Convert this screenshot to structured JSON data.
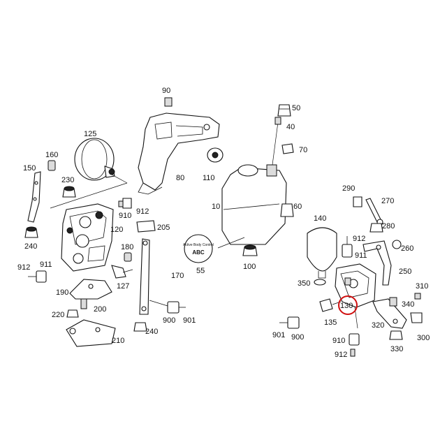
{
  "callouts": [
    {
      "id": "c90",
      "text": "90"
    },
    {
      "id": "c50",
      "text": "50"
    },
    {
      "id": "c40",
      "text": "40"
    },
    {
      "id": "c125",
      "text": "125"
    },
    {
      "id": "c70",
      "text": "70"
    },
    {
      "id": "c160",
      "text": "160"
    },
    {
      "id": "c150",
      "text": "150"
    },
    {
      "id": "c230",
      "text": "230"
    },
    {
      "id": "c80",
      "text": "80"
    },
    {
      "id": "c110",
      "text": "110"
    },
    {
      "id": "c10",
      "text": "10"
    },
    {
      "id": "c60",
      "text": "60"
    },
    {
      "id": "c910a",
      "text": "910"
    },
    {
      "id": "c912a",
      "text": "912"
    },
    {
      "id": "c290",
      "text": "290"
    },
    {
      "id": "c270",
      "text": "270"
    },
    {
      "id": "c240a",
      "text": "240"
    },
    {
      "id": "c120",
      "text": "120"
    },
    {
      "id": "c205",
      "text": "205"
    },
    {
      "id": "c140",
      "text": "140"
    },
    {
      "id": "c280",
      "text": "280"
    },
    {
      "id": "c912b",
      "text": "912"
    },
    {
      "id": "c180",
      "text": "180"
    },
    {
      "id": "c55",
      "text": "55"
    },
    {
      "id": "c100",
      "text": "100"
    },
    {
      "id": "c911b",
      "text": "911"
    },
    {
      "id": "c260",
      "text": "260"
    },
    {
      "id": "c912c",
      "text": "912"
    },
    {
      "id": "c911a",
      "text": "911"
    },
    {
      "id": "c127",
      "text": "127"
    },
    {
      "id": "c170",
      "text": "170"
    },
    {
      "id": "c250",
      "text": "250"
    },
    {
      "id": "c350",
      "text": "350"
    },
    {
      "id": "c190",
      "text": "190"
    },
    {
      "id": "c310",
      "text": "310"
    },
    {
      "id": "c130",
      "text": "130"
    },
    {
      "id": "c340",
      "text": "340"
    },
    {
      "id": "c200",
      "text": "200"
    },
    {
      "id": "c220",
      "text": "220"
    },
    {
      "id": "c900a",
      "text": "900"
    },
    {
      "id": "c901a",
      "text": "901"
    },
    {
      "id": "c135",
      "text": "135"
    },
    {
      "id": "c320",
      "text": "320"
    },
    {
      "id": "c240b",
      "text": "240"
    },
    {
      "id": "c901b",
      "text": "901"
    },
    {
      "id": "c900b",
      "text": "900"
    },
    {
      "id": "c300",
      "text": "300"
    },
    {
      "id": "c210",
      "text": "210"
    },
    {
      "id": "c910b",
      "text": "910"
    },
    {
      "id": "c330",
      "text": "330"
    },
    {
      "id": "c912d",
      "text": "912"
    }
  ],
  "highlight": {
    "callout": "130",
    "color": "#d01010"
  },
  "tank_decal": {
    "line1": "Active Body Control",
    "line2": "ABC"
  }
}
